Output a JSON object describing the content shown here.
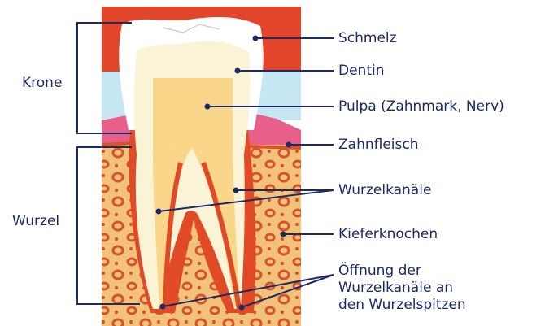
{
  "labels": {
    "krone": "Krone",
    "wurzel": "Wurzel",
    "schmelz": "Schmelz",
    "dentin": "Dentin",
    "pulpa": "Pulpa (Zahnmark, Nerv)",
    "zahnfleisch": "Zahnfleisch",
    "wurzelkanaele": "Wurzelkanäle",
    "kieferknochen": "Kieferknochen",
    "oeffnung": [
      "Öffnung der",
      "Wurzelkanäle an",
      "den Wurzelspitzen"
    ]
  },
  "colors": {
    "line": "#1c2a66",
    "gum_top": "#e2452a",
    "gum_pink": "#e8608a",
    "bone": "#f2c27a",
    "bone_cells": "#d8522e",
    "enamel": "#ffffff",
    "dentin": "#fbf3d6",
    "pulpa": "#f9d68a",
    "canal": "#e04a26",
    "light_blue": "#c6e6f4"
  }
}
